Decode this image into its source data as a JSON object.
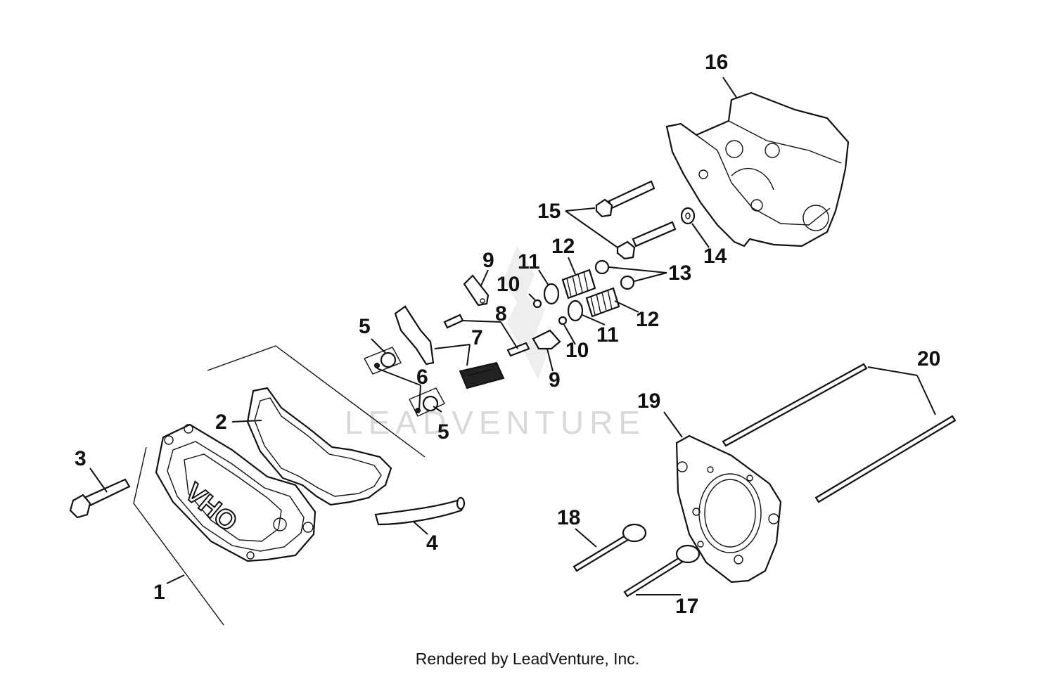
{
  "watermark": "LEADVENTURE",
  "credit": "Rendered by LeadVenture, Inc.",
  "cover_marking": "OHV",
  "callouts": [
    {
      "id": "c1",
      "label": "1"
    },
    {
      "id": "c2",
      "label": "2"
    },
    {
      "id": "c3",
      "label": "3"
    },
    {
      "id": "c4",
      "label": "4"
    },
    {
      "id": "c5a",
      "label": "5"
    },
    {
      "id": "c5b",
      "label": "5"
    },
    {
      "id": "c6",
      "label": "6"
    },
    {
      "id": "c7",
      "label": "7"
    },
    {
      "id": "c8",
      "label": "8"
    },
    {
      "id": "c9a",
      "label": "9"
    },
    {
      "id": "c9b",
      "label": "9"
    },
    {
      "id": "c10a",
      "label": "10"
    },
    {
      "id": "c10b",
      "label": "10"
    },
    {
      "id": "c11a",
      "label": "11"
    },
    {
      "id": "c11b",
      "label": "11"
    },
    {
      "id": "c12a",
      "label": "12"
    },
    {
      "id": "c12b",
      "label": "12"
    },
    {
      "id": "c13",
      "label": "13"
    },
    {
      "id": "c14",
      "label": "14"
    },
    {
      "id": "c15",
      "label": "15"
    },
    {
      "id": "c16",
      "label": "16"
    },
    {
      "id": "c17",
      "label": "17"
    },
    {
      "id": "c18",
      "label": "18"
    },
    {
      "id": "c19",
      "label": "19"
    },
    {
      "id": "c20",
      "label": "20"
    }
  ]
}
